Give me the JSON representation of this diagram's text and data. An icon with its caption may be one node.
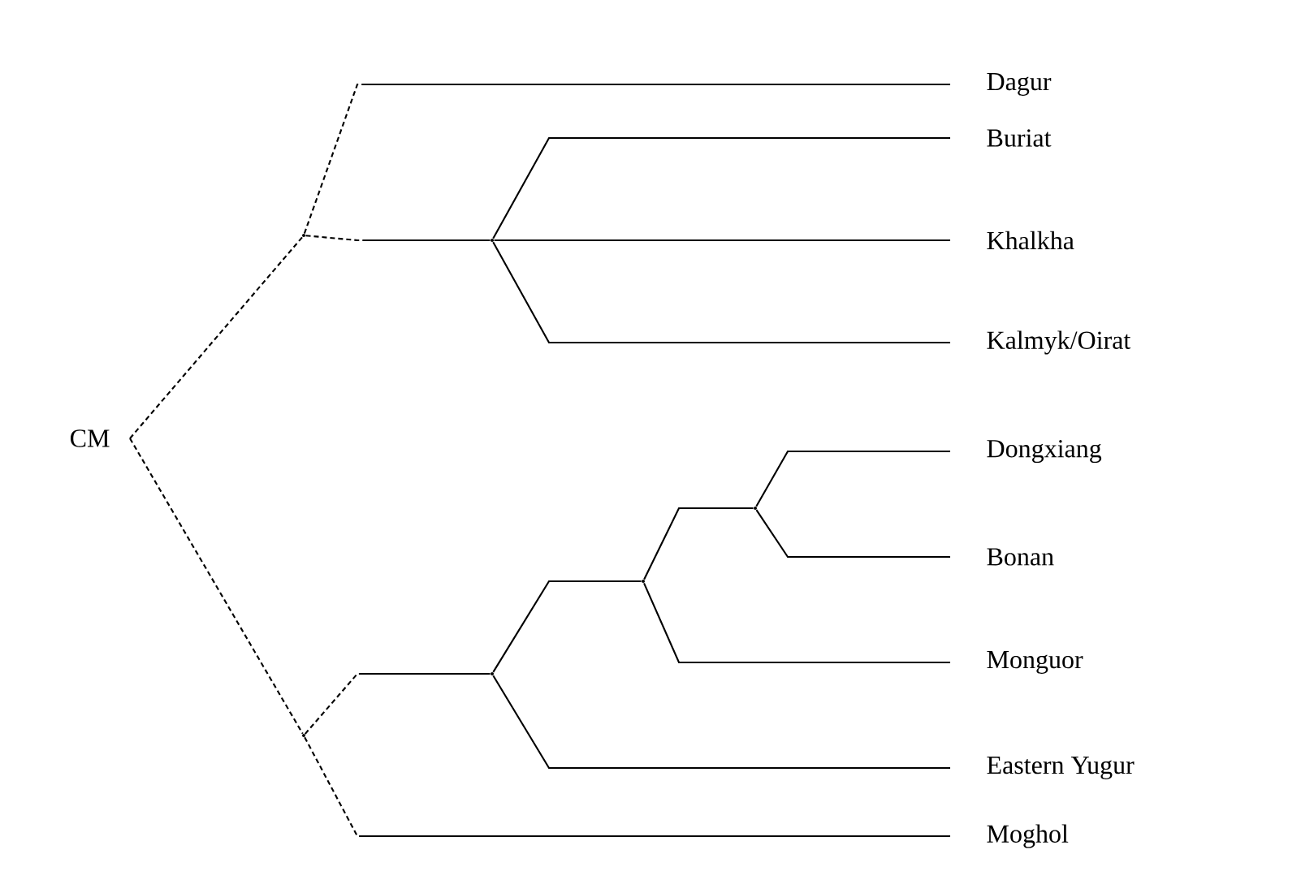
{
  "diagram": {
    "nodes": [
      {
        "text": [
          "CM"
        ]
      },
      {
        "text": [
          "Dagur"
        ]
      },
      {
        "text": [
          "Buriat"
        ]
      },
      {
        "text": [
          "Khalkha"
        ]
      },
      {
        "text": [
          "Kalmyk/Oirat"
        ]
      },
      {
        "text": [
          "Dongxiang"
        ]
      },
      {
        "text": [
          "Bonan"
        ]
      },
      {
        "text": [
          "Monguor"
        ]
      },
      {
        "text": [
          "Eastern Yugur"
        ]
      },
      {
        "text": [
          "Moghol"
        ]
      },
      {
        "text": [],
        "shape": "point"
      },
      {
        "text": [],
        "shape": "point"
      },
      {
        "text": [],
        "shape": "point"
      },
      {
        "text": [],
        "shape": "point"
      },
      {
        "text": [],
        "shape": "point"
      },
      {
        "text": [],
        "shape": "point"
      }
    ],
    "edges": [
      {
        "from": 0,
        "to": 10,
        "arrow": "none",
        "style": "dashed"
      },
      {
        "from": 10,
        "to": 1,
        "arrow": "none",
        "style": "dashed"
      },
      {
        "from": 10,
        "to": 12,
        "arrow": "none",
        "style": "dashed"
      },
      {
        "from": 12,
        "to": 2,
        "arrow": "none"
      },
      {
        "from": 12,
        "to": 3,
        "arrow": "none"
      },
      {
        "from": 12,
        "to": 4,
        "arrow": "none"
      },
      {
        "from": 0,
        "to": 11,
        "arrow": "none",
        "style": "dashed"
      },
      {
        "from": 11,
        "to": 13,
        "arrow": "none",
        "style": "dashed"
      },
      {
        "from": 11,
        "to": 9,
        "arrow": "none",
        "style": "dashed"
      },
      {
        "from": 13,
        "to": 14,
        "arrow": "none"
      },
      {
        "from": 13,
        "to": 8,
        "arrow": "none"
      },
      {
        "from": 14,
        "to": 15,
        "arrow": "none"
      },
      {
        "from": 14,
        "to": 7,
        "arrow": "none"
      },
      {
        "from": 15,
        "to": 5,
        "arrow": "none"
      },
      {
        "from": 15,
        "to": 6,
        "arrow": "none"
      }
    ]
  }
}
